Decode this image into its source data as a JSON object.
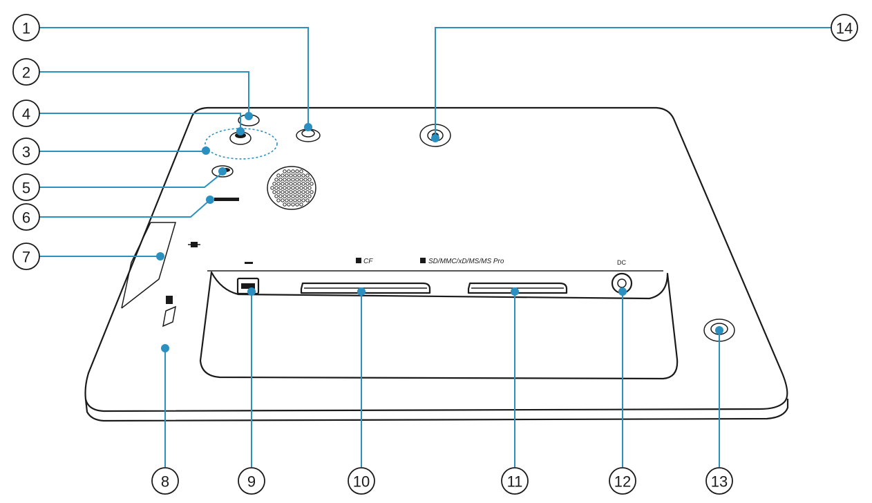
{
  "callouts": [
    "1",
    "2",
    "3",
    "4",
    "5",
    "6",
    "7",
    "8",
    "9",
    "10",
    "11",
    "12",
    "13",
    "14"
  ],
  "port_labels": {
    "cf": "CF",
    "cards": "SD/MMC/xD/MS/MS Pro",
    "dc": "DC"
  },
  "colors": {
    "leader": "#2b8fbf",
    "outline": "#1a1a1a"
  }
}
